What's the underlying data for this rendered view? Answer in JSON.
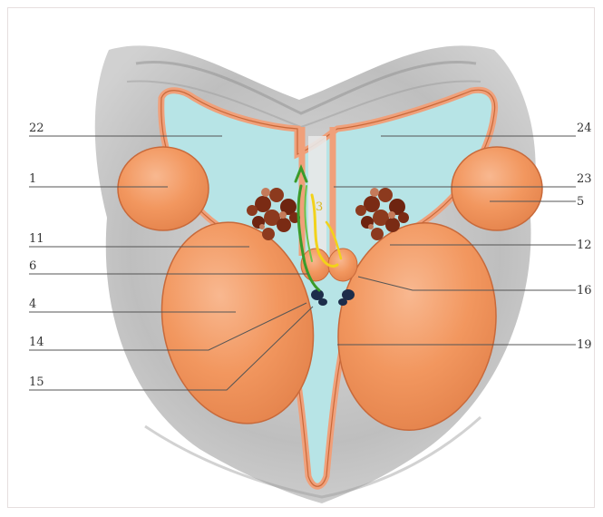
{
  "diagram": {
    "labels_left": [
      "22",
      "1",
      "11",
      "6",
      "4",
      "14",
      "15"
    ],
    "labels_right": [
      "24",
      "23",
      "5",
      "12",
      "16",
      "19"
    ],
    "inner_label": "3"
  },
  "colors": {
    "organ": "#f2975f",
    "organ_outline": "#c8693a",
    "fluid": "#b7e4e6",
    "tissue": "#a8a8a8",
    "leader_line": "#555555",
    "cluster": "#7a2b14",
    "nerve_green": "#3a9b2a",
    "nerve_yellow": "#f2d21a"
  }
}
